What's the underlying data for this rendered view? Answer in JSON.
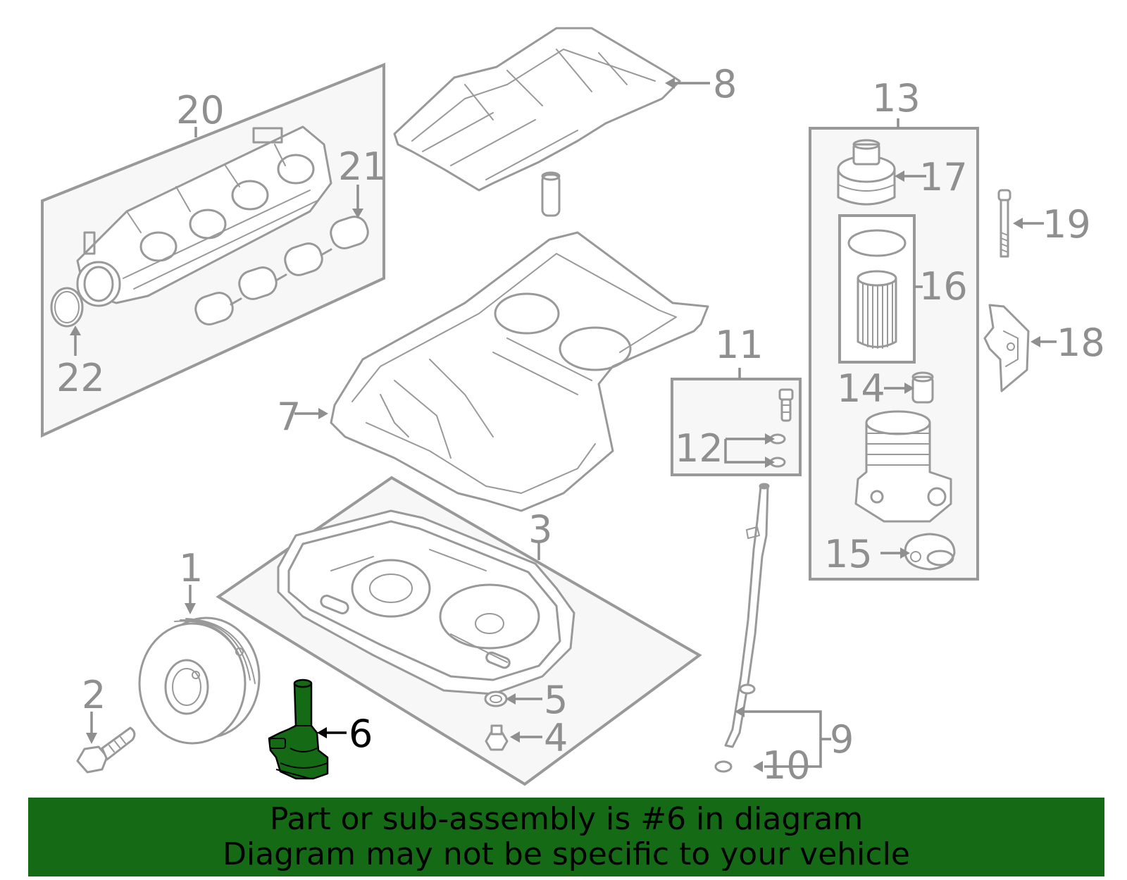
{
  "callouts": [
    {
      "id": "label-1",
      "text": "1"
    },
    {
      "id": "label-2",
      "text": "2"
    },
    {
      "id": "label-3",
      "text": "3"
    },
    {
      "id": "label-4",
      "text": "4"
    },
    {
      "id": "label-5",
      "text": "5"
    },
    {
      "id": "label-6",
      "text": "6"
    },
    {
      "id": "label-7",
      "text": "7"
    },
    {
      "id": "label-8",
      "text": "8"
    },
    {
      "id": "label-9",
      "text": "9"
    },
    {
      "id": "label-10",
      "text": "10"
    },
    {
      "id": "label-11",
      "text": "11"
    },
    {
      "id": "label-12",
      "text": "12"
    },
    {
      "id": "label-13",
      "text": "13"
    },
    {
      "id": "label-14",
      "text": "14"
    },
    {
      "id": "label-15",
      "text": "15"
    },
    {
      "id": "label-16",
      "text": "16"
    },
    {
      "id": "label-17",
      "text": "17"
    },
    {
      "id": "label-18",
      "text": "18"
    },
    {
      "id": "label-19",
      "text": "19"
    },
    {
      "id": "label-20",
      "text": "20"
    },
    {
      "id": "label-21",
      "text": "21"
    },
    {
      "id": "label-22",
      "text": "22"
    }
  ],
  "highlighted_part": "6",
  "banner": {
    "line1": "Part or sub-assembly is #6 in diagram",
    "line2": "Diagram may not be specific to your vehicle"
  },
  "colors": {
    "line": "#999999",
    "label": "#8f8f8f",
    "highlight": "#156a15",
    "highlight_label": "#000000",
    "banner_bg": "#156a15",
    "banner_text": "#000000"
  }
}
